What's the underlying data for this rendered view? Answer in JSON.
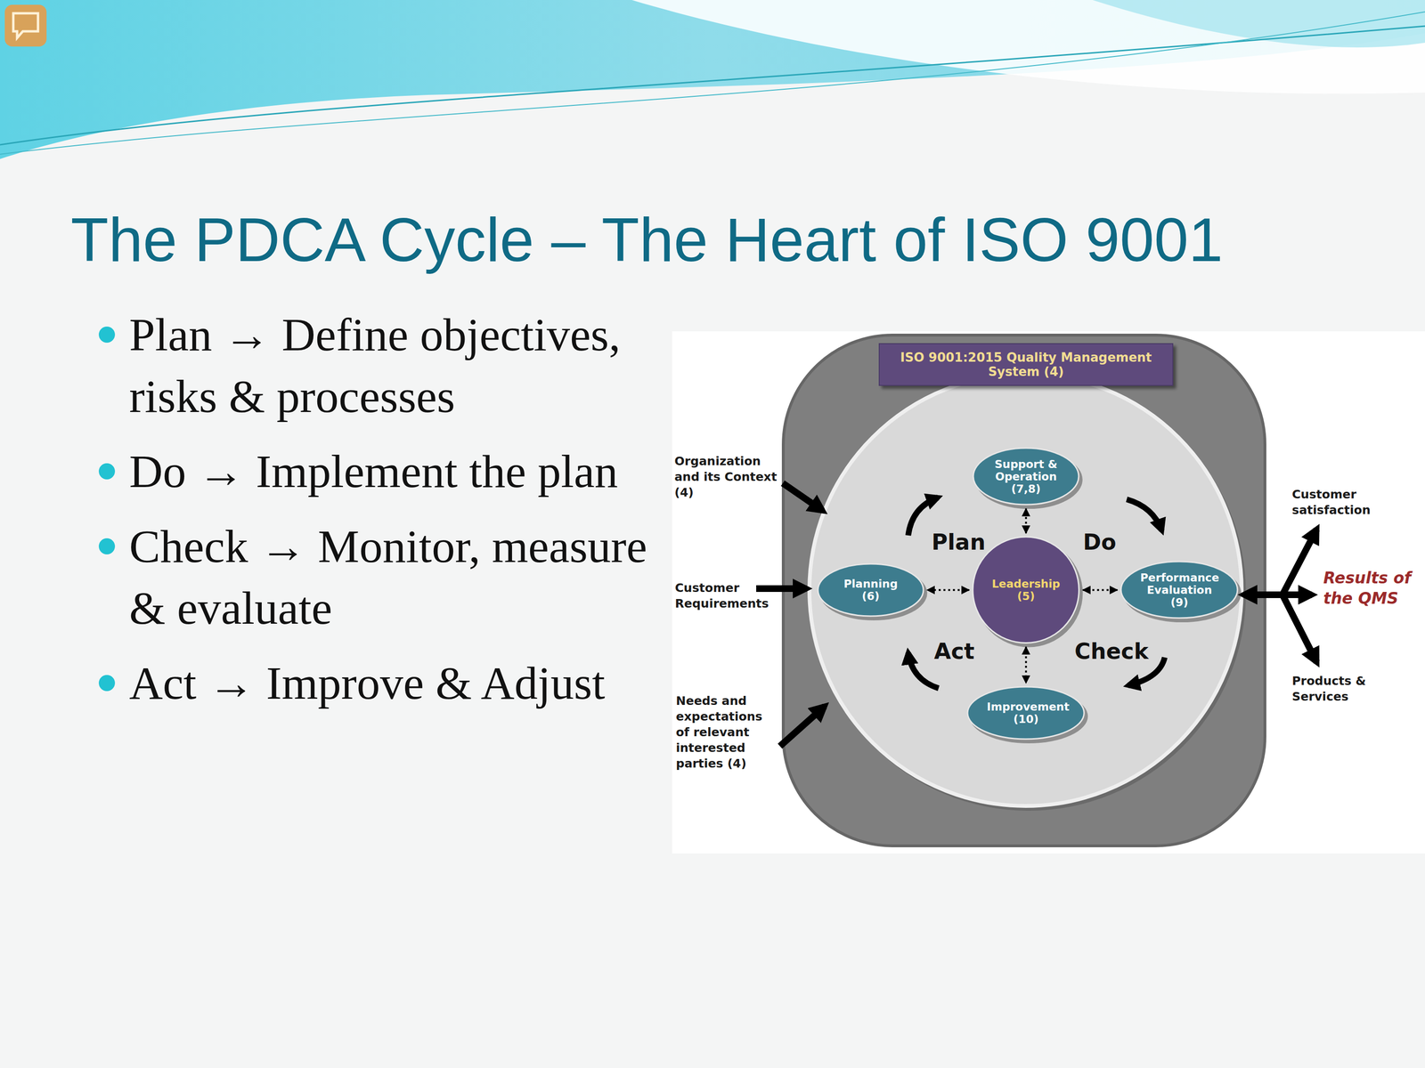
{
  "diagram": {
    "title": "The PDCA Cycle – The Heart of ISO 9001",
    "nodes": [
      {
        "text": [
          "ISO 9001:2015 Quality Management System (4)"
        ]
      },
      {
        "text": [
          "Support & Operation (7,8)"
        ]
      },
      {
        "text": [
          "Planning (6)"
        ]
      },
      {
        "text": [
          "Leadership (5)"
        ]
      },
      {
        "text": [
          "Performance Evaluation (9)"
        ]
      },
      {
        "text": [
          "Improvement (10)"
        ]
      }
    ],
    "edges": [
      {
        "from": 3,
        "to": 1,
        "arrow": "both"
      },
      {
        "from": 3,
        "to": 2,
        "arrow": "both"
      },
      {
        "from": 3,
        "to": 4,
        "arrow": "both"
      },
      {
        "from": 3,
        "to": 5,
        "arrow": "both"
      }
    ],
    "labels": [
      "Plan → Define objectives, risks & processes",
      "Do → Implement the plan",
      "Check → Monitor, measure & evaluate",
      "Act → Improve & Adjust",
      "Plan",
      "Do",
      "Check",
      "Act",
      "Organization and its Context (4)",
      "Customer Requirements",
      "Needs and expectations of relevant interested parties (4)",
      "Customer satisfaction",
      "Results of the QMS",
      "Products & Services"
    ]
  }
}
